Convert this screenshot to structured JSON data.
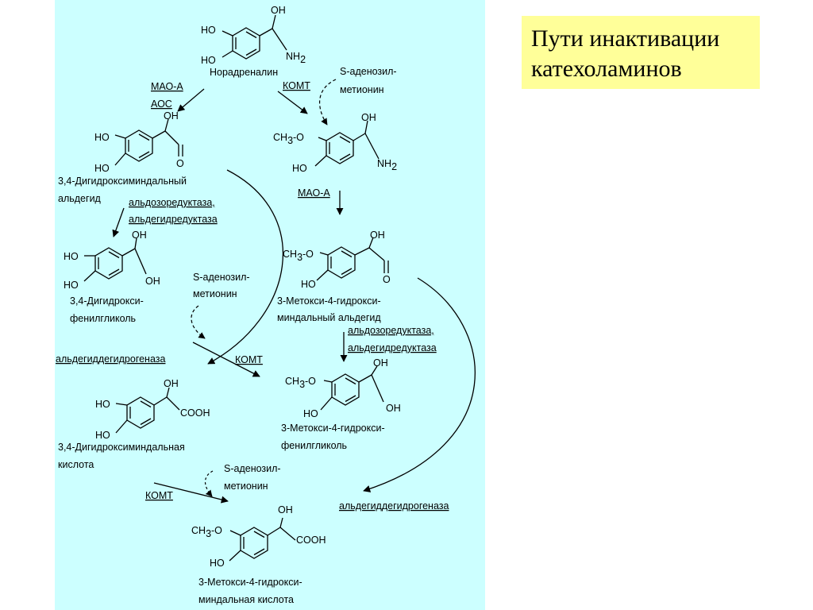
{
  "title": {
    "line1": "Пути инактивации",
    "line2": "катехоламинов"
  },
  "compounds": {
    "noradrenaline": "Норадреналин",
    "dhma_aldehyde": [
      "3,4-Дигидроксиминдальный",
      "альдегид"
    ],
    "dhpg": [
      "3,4-Дигидрокси-",
      "фенилгликоль"
    ],
    "dhma_acid": [
      "3,4-Дигидроксиминдальная",
      "кислота"
    ],
    "mhma_aldehyde": [
      "3-Метокси-4-гидрокси-",
      "миндальный альдегид"
    ],
    "mhpg": [
      "3-Метокси-4-гидрокси-",
      "фенилгликоль"
    ],
    "vma": [
      "3-Метокси-4-гидрокси-",
      "миндальная кислота"
    ]
  },
  "groups": {
    "oh": "OH",
    "ho": "HO",
    "nh": "NH",
    "two": "2",
    "ch3o": "CH",
    "three": "3",
    "o_suffix": "-O",
    "o": "O",
    "cooh": "COOH"
  },
  "enzymes": {
    "mao_a": "МАО-А",
    "aoc": "АОС",
    "komt": "КОМТ",
    "aldehyde_reductase": [
      "альдозоредуктаза,",
      "альдегидредуктаза"
    ],
    "aldehyde_dehydrogenase": "альдегиддегидрогеназа"
  },
  "cofactors": {
    "sam": [
      "S-аденозил-",
      "метионин"
    ]
  }
}
